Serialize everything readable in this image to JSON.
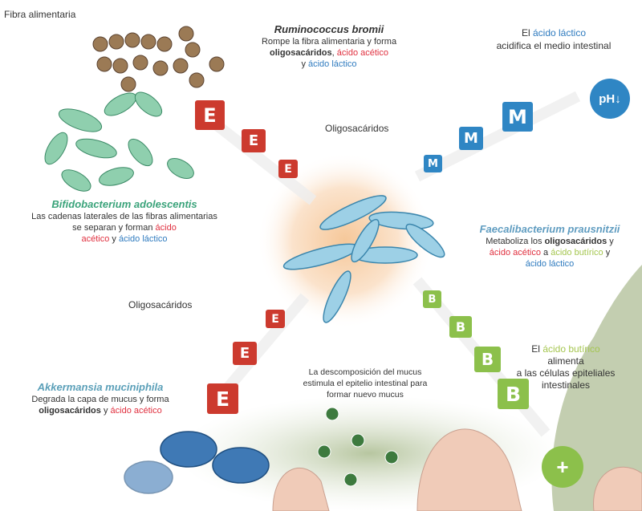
{
  "labels": {
    "fiber": "Fibra alimentaria",
    "oligo_top": "Oligosacáridos",
    "oligo_bottom": "Oligosacáridos"
  },
  "ruminococcus": {
    "title": "Ruminococcus bromii",
    "l1": "Rompe la fibra alimentaria y forma",
    "l2a": "oligosacáridos",
    "l2b": ", ",
    "l2c": "ácido acético",
    "l3a": "y ",
    "l3b": "ácido láctico"
  },
  "lactic": {
    "l1a": "El ",
    "l1b": "ácido láctico",
    "l2": "acidifica el medio intestinal"
  },
  "bifido": {
    "title": "Bifidobacterium adolescentis",
    "l1": "Las cadenas laterales de las fibras alimentarias",
    "l2a": "se separan y forman ",
    "l2b": "ácido",
    "l3a": "acético",
    "l3b": " y ",
    "l3c": "ácido láctico"
  },
  "faecali": {
    "title": "Faecalibacterium prausnitzii",
    "l1a": "Metaboliza los ",
    "l1b": "oligosacáridos",
    "l1c": " y",
    "l2a": "ácido acético",
    "l2b": " a ",
    "l2c": "ácido butírico",
    "l2d": " y",
    "l3": "ácido láctico"
  },
  "akker": {
    "title": "Akkermansia muciniphila",
    "l1": "Degrada la capa de mucus y forma",
    "l2a": "oligosacáridos",
    "l2b": " y ",
    "l2c": "ácido acético"
  },
  "mucus": {
    "l1": "La descomposición del mucus",
    "l2": "estimula el epitelio intestinal para",
    "l3": "formar nuevo mucus"
  },
  "butyric": {
    "l1a": "El ",
    "l1b": "ácido butírico",
    "l1c": " alimenta",
    "l2": "a las células epiteliales",
    "l3": "intestinales"
  },
  "badges": {
    "E": "E",
    "M": "M",
    "B": "B",
    "ph": "pH↓",
    "plus": "+"
  },
  "colors": {
    "E": "#cc3a2e",
    "M": "#2f86c4",
    "B": "#8cc04b",
    "acetic": "#e0303f",
    "lactic": "#2f7bbf",
    "butyric": "#a5c650"
  }
}
